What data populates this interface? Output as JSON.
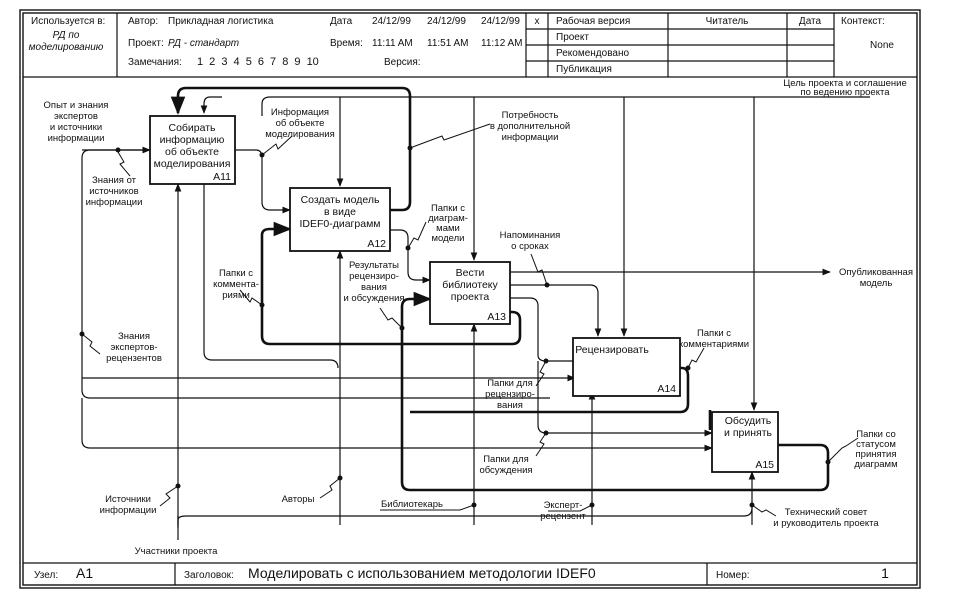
{
  "header": {
    "used_in_label": "Используется в:",
    "used_in_value_line1": "РД по",
    "used_in_value_line2": "моделированию",
    "author_label": "Автор:",
    "author_value": "Прикладная логистика",
    "project_label": "Проект:",
    "project_value": "РД - стандарт",
    "notes_label": "Замечания:",
    "notes_values": "1 2 3 4 5 6 7 8 9 10",
    "date_label": "Дата",
    "dates": [
      "24/12/99",
      "24/12/99",
      "24/12/99"
    ],
    "time_label": "Время:",
    "times": [
      "11:11 AM",
      "11:51 AM",
      "11:12 AM"
    ],
    "version_label": "Версия:",
    "x_mark": "x",
    "status_rows": [
      "Рабочая версия",
      "Проект",
      "Рекомендовано",
      "Публикация"
    ],
    "reader_label": "Читатель",
    "reader_date_label": "Дата",
    "context_label": "Контекст:",
    "context_value": "None"
  },
  "diagram": {
    "boxes": [
      {
        "id": "A11",
        "lines": [
          "Собирать",
          "информацию",
          "об объекте",
          "моделирования"
        ]
      },
      {
        "id": "A12",
        "lines": [
          "Создать модель",
          "в виде",
          "IDEF0-диаграмм"
        ]
      },
      {
        "id": "A13",
        "lines": [
          "Вести",
          "библиотеку",
          "проекта"
        ]
      },
      {
        "id": "A14",
        "lines": [
          "Рецензировать"
        ]
      },
      {
        "id": "A15",
        "lines": [
          "Обсудить",
          "и принять"
        ]
      }
    ],
    "arrow_labels": {
      "experience": [
        "Опыт и знания",
        "экспертов",
        "и источники",
        "информации"
      ],
      "source_knowledge": [
        "Знания от",
        "источников",
        "информации"
      ],
      "object_info": [
        "Информация",
        "об объекте",
        "моделирования"
      ],
      "need_info": [
        "Потребность",
        "в дополнительной",
        "информации"
      ],
      "goal": [
        "Цель проекта и соглашение",
        "по ведению проекта"
      ],
      "diagram_folders": [
        "Папки с",
        "диаграм-",
        "мами",
        "модели"
      ],
      "reminders": [
        "Напоминания",
        "о сроках"
      ],
      "published": [
        "Опубликованная",
        "модель"
      ],
      "comment_folders_left": [
        "Папки с",
        "коммента-",
        "риями"
      ],
      "review_results": [
        "Результаты",
        "рецензиро-",
        "вания",
        "и обсуждения"
      ],
      "expert_knowledge": [
        "Знания",
        "экспертов-",
        "рецензентов"
      ],
      "comment_folders_right": [
        "Папки с",
        "комментариями"
      ],
      "review_folders": [
        "Папки для",
        "рецензиро-",
        "вания"
      ],
      "discussion_folders": [
        "Папки для",
        "обсуждения"
      ],
      "status_folders": [
        "Папки со",
        "статусом",
        "принятия",
        "диаграмм"
      ],
      "info_sources": [
        "Источники",
        "информации"
      ],
      "authors": [
        "Авторы"
      ],
      "librarian": [
        "Библиотекарь"
      ],
      "expert_reviewer": [
        "Эксперт-",
        "рецензент"
      ],
      "tech_council": [
        "Технический совет",
        "и руководитель проекта"
      ],
      "participants": [
        "Участники проекта"
      ]
    }
  },
  "footer": {
    "node_label": "Узел:",
    "node_value": "A1",
    "title_label": "Заголовок:",
    "title_value": "Моделировать  с использованием методологии IDEF0",
    "number_label": "Номер:",
    "number_value": "1"
  }
}
